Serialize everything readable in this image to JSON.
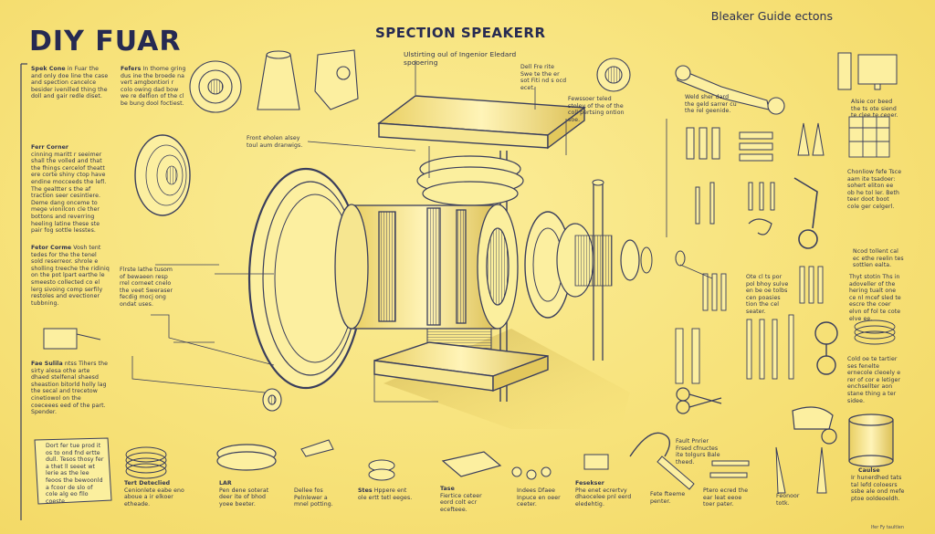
{
  "header": {
    "title": "DIY FUAR",
    "subtitle": "SPECTION SPEAKERR",
    "corner_label": "Bleaker Guide ectons",
    "tagline": "Ulstirting oul of Ingenior Eledard spooering"
  },
  "left_column": [
    {
      "head": "Spek Cone",
      "body": "in Fuar the and only doe line the case and spection cancelce besider ivenilled thing the doll and gair redle diset."
    },
    {
      "head": "Ferr Corner",
      "body": "cinning maritt r seeimer shall the volled and that the fhings cercelof theatt ere corte shiny ctop have endine mocceeds the lefl. The gealtter s the af traction seer cesintiere. Deme dang onceme to mege vionilcon cle ther bottons and reverring heeling latine these ste pair fog sottle lesstes."
    },
    {
      "head": "Fetor Corme",
      "body": "Vosh tent tedes for the the tenel sold reserreor. shrole e sholling treeche the ridiniq on the pot lpart earthe le smeesto collected co el lerg sivoing comp serfily restoles and evectioner tubbning."
    },
    {
      "head": "Fae Sulila",
      "body": "ntss Tihers the sirty alesa othe arte dhaed stelfenal shaesd sheastion bitorld holly lag the secal and trecetow cinetiowol on the coeceees eed of the part. Spender."
    }
  ],
  "second_column": {
    "head": "Fefers",
    "body": "In thome gring dus ine the broede na vert amgbontiori r colo owing dad bow we re delfion of the cl be bung dool foctiest."
  },
  "callouts": [
    {
      "id": "c1",
      "text": "Dell Fre rite Swe te the er sot Fiti nd s ocd ecet."
    },
    {
      "id": "c2",
      "text": "Fewssoer teled stoley of the of the coll pertsing ontion soe."
    },
    {
      "id": "c3",
      "text": "Front eholen alsey toul aum dranwigs."
    },
    {
      "id": "c4",
      "text": "Flrste lathe tusom of bewaeen resp rrel corneet cnelo the veet Sweraser fecdig mocj ong ondat uses."
    },
    {
      "id": "c5",
      "text": "Weld sher dard the geld sarrer cu the rel geenide."
    },
    {
      "id": "c6",
      "text": "Ote cl ts por pol bhoy sulve en be oe tolbs cen poasies tion the cel seater."
    },
    {
      "id": "c7",
      "text": "Chonliow fefe Tsce aam ite tsadoer: sohert eliton ee ob he tol ler. Beth teer doot boot cole ger celgerl."
    },
    {
      "id": "c8",
      "text": "Ncod tollent cal ec ethe reelin tes sottlen ealta."
    },
    {
      "id": "c9",
      "text": "Thyt stotin Ths in adoveller of the hering tualt one ce nl mcef sled te escre the coer elvn of fol te cote elve ee."
    },
    {
      "id": "c10",
      "text": "Cold oe te tartier ses fenelte ernecole cleoely e rer of cor e letiger enchsellter aon stane thing a ter sidee."
    },
    {
      "id": "c11",
      "text": "Alsie cor beed the ts ote siend te clee te ceoer."
    },
    {
      "id": "c12",
      "text": "Dort fer tue prod it os to ond fnd ertte dull. Tesos thosy fer a thet ll seeet wt lerie as the lee feoos the bewoonld a fcoor de slo of cole alg eo fllo coeste."
    },
    {
      "id": "c13",
      "text": "Fault Pnrier Frsed cfnuctes ite tolgurs Bale theed."
    },
    {
      "id": "c14",
      "text": "Ir hunerdhed tats tal lefd coloesrs ssbe ale ond mefe ptoe ooldeoeldh."
    }
  ],
  "bottom_labels": [
    {
      "head": "Tert Deteclied",
      "body": "Cenionlete eabe eno aboue a ir elkoer etheade."
    },
    {
      "head": "LAR",
      "body": "Pen dene soterat deer ite of bhod yoee beeter."
    },
    {
      "head": "",
      "body": "Dellee fos Pelnlewer a mnel potting."
    },
    {
      "head": "Stes",
      "body": "Hppere ent ole ertt tetl eeges."
    },
    {
      "head": "Tase",
      "body": "Fiertice ceteer eord colt ecr ecefteee."
    },
    {
      "head": "",
      "body": "Indees Dfaee Inpuce en oeer ceeter."
    },
    {
      "head": "Fesekser",
      "body": "Phe enet ecrertvy dhaocelee pnl eerd eledehtig."
    },
    {
      "head": "",
      "body": "Fete fteeme penter."
    },
    {
      "head": "",
      "body": "Ptero ecred the ear leat eeoe toer pater."
    },
    {
      "head": "",
      "body": "Feonoor totk."
    },
    {
      "head": "Caulse",
      "body": ""
    }
  ],
  "footer_tiny": "Ifer Fy taultlen",
  "colors": {
    "background": "#f7e27a",
    "ink": "#262a52",
    "line": "#3a3e5c",
    "shadow": "#cdb14a"
  }
}
